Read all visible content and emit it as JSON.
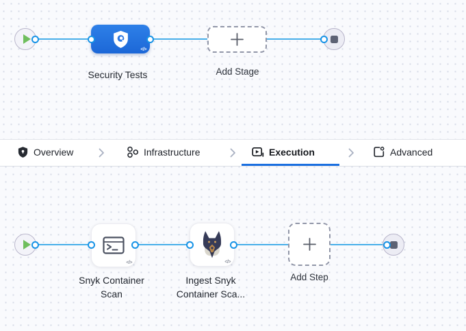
{
  "pipeline": {
    "stage_label": "Security Tests",
    "add_stage_label": "Add Stage",
    "code_badge": "</>"
  },
  "tabs": {
    "active": "Execution",
    "items": [
      {
        "label": "Overview",
        "icon": "shield-icon"
      },
      {
        "label": "Infrastructure",
        "icon": "infrastructure-nodes-icon"
      },
      {
        "label": "Execution",
        "icon": "execution-play-icon"
      },
      {
        "label": "Advanced",
        "icon": "advanced-gear-icon"
      }
    ]
  },
  "execution": {
    "steps": [
      {
        "label": "Snyk Container\nScan",
        "icon": "terminal-icon"
      },
      {
        "label": "Ingest Snyk\nContainer Sca...",
        "icon": "snyk-doberman-icon"
      }
    ],
    "add_step_label": "Add Step",
    "code_badge": "</>"
  },
  "colors": {
    "accent_blue": "#1a6fe0",
    "stage_blue": "#2176e2",
    "connector_blue": "#47aee9",
    "port_ring_blue": "#1592e6",
    "play_green": "#6fbe5d",
    "stop_gray": "#5d6274",
    "canvas_bg": "#f9fafd"
  }
}
